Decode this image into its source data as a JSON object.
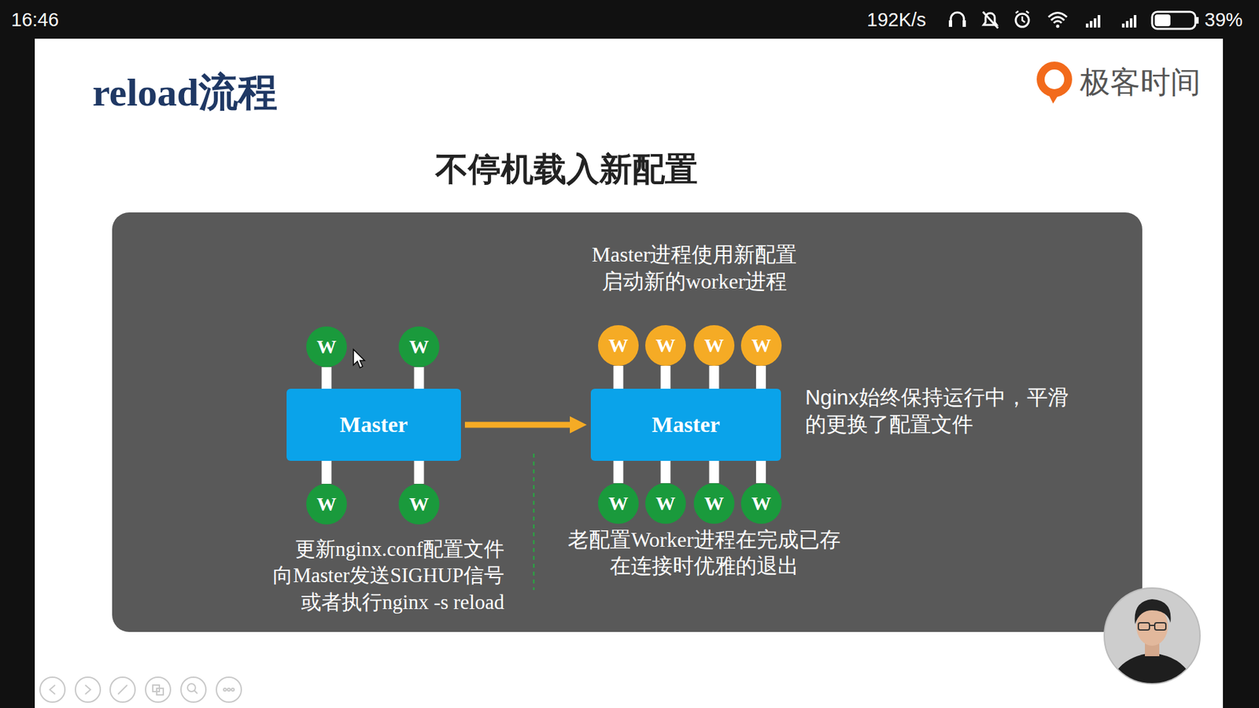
{
  "diagram": {
    "title": "reload流程",
    "nodes": [
      {
        "text": [
          "Master进程使用新配置 启动新的worker进程",
          "Nginx始终保持运行中，平滑 的更换了配置文件",
          "更新nginx.conf配置文件 向Master发送SIGHUP信号 或者执行nginx -s reload",
          "老配置Worker进程在完成已存 在连接时优雅的退出"
        ]
      },
      {
        "text": [
          "W"
        ],
        "in": 0
      },
      {
        "text": [
          "W"
        ],
        "in": 0
      },
      {
        "text": [
          "Master"
        ],
        "in": 0
      },
      {
        "text": [
          "W"
        ],
        "in": 0
      },
      {
        "text": [
          "W"
        ],
        "in": 0
      },
      {
        "text": [
          "W"
        ],
        "in": 0
      },
      {
        "text": [
          "W"
        ],
        "in": 0
      },
      {
        "text": [
          "W"
        ],
        "in": 0
      },
      {
        "text": [
          "W"
        ],
        "in": 0
      },
      {
        "text": [
          "Master"
        ],
        "in": 0
      },
      {
        "text": [
          "W"
        ],
        "in": 0
      },
      {
        "text": [
          "W"
        ],
        "in": 0
      },
      {
        "text": [
          "W"
        ],
        "in": 0
      },
      {
        "text": [
          "W"
        ],
        "in": 0
      }
    ],
    "edges": [
      {
        "from": 3,
        "to": 1,
        "arrow": "none"
      },
      {
        "from": 3,
        "to": 2,
        "arrow": "none"
      },
      {
        "from": 3,
        "to": 4,
        "arrow": "none"
      },
      {
        "from": 3,
        "to": 5,
        "arrow": "none"
      },
      {
        "from": 3,
        "to": 10,
        "arrow": "to"
      },
      {
        "from": 10,
        "to": 6,
        "arrow": "none"
      },
      {
        "from": 10,
        "to": 7,
        "arrow": "none"
      },
      {
        "from": 10,
        "to": 8,
        "arrow": "none"
      },
      {
        "from": 10,
        "to": 9,
        "arrow": "none"
      },
      {
        "from": 10,
        "to": 11,
        "arrow": "none"
      },
      {
        "from": 10,
        "to": 12,
        "arrow": "none"
      },
      {
        "from": 10,
        "to": 13,
        "arrow": "none"
      },
      {
        "from": 10,
        "to": 14,
        "arrow": "none"
      }
    ],
    "labels": [
      "16:46",
      "192K/s",
      "39%",
      "极客时间",
      "不停机载入新配置"
    ]
  }
}
